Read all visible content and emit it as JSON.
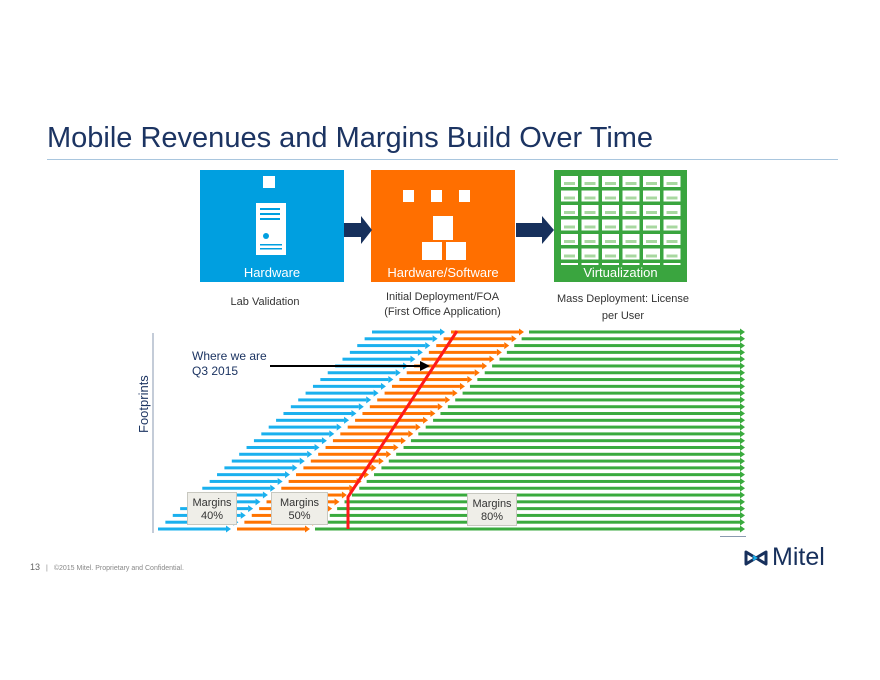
{
  "title": "Mobile Revenues and Margins Build Over Time",
  "stages": [
    {
      "label": "Hardware",
      "caption": "Lab Validation",
      "color": "#009fe0"
    },
    {
      "label": "Hardware/Software",
      "caption_line1": "Initial Deployment/FOA",
      "caption_line2": "(First Office Application)",
      "color": "#ff6f00"
    },
    {
      "label": "Virtualization",
      "caption_line1": "Mass Deployment:  License",
      "caption_line2": "per User",
      "color": "#3aa53f"
    }
  ],
  "chart": {
    "ylabel": "Footprints",
    "annotation_line1": "Where we are",
    "annotation_line2": "Q3 2015",
    "margins": [
      {
        "label": "Margins",
        "value": "40%"
      },
      {
        "label": "Margins",
        "value": "50%"
      },
      {
        "label": "Margins",
        "value": "80%"
      }
    ],
    "rows": 30,
    "colors": {
      "blue": "#1ab0ee",
      "orange": "#ff7300",
      "green": "#3aaa3e",
      "red": "#ff1a1a"
    }
  },
  "footer": {
    "page": "13",
    "text": "©2015 Mitel. Proprietary and Confidential."
  },
  "logo": "Mitel"
}
